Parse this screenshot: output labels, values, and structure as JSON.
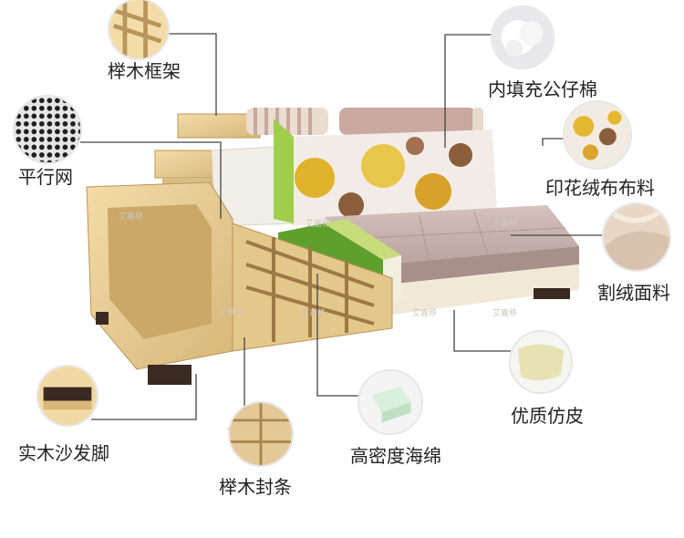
{
  "callouts": {
    "birch_frame": "榉木框架",
    "filling_cotton": "内填充公仔棉",
    "parallel_mesh": "平行网",
    "printed_fabric": "印花绒布布料",
    "cut_velvet": "割绒面料",
    "leather": "优质仿皮",
    "solid_wood_feet": "实木沙发脚",
    "high_density_sponge": "高密度海绵",
    "birch_strip": "榉木封条"
  },
  "watermark": "艾嘉移",
  "colors": {
    "wood": "#e9cf96",
    "wood_dark": "#c9a96a",
    "seat_fabric": "#c7b2ad",
    "trim": "#f3ead9",
    "leader_line": "#444444"
  }
}
